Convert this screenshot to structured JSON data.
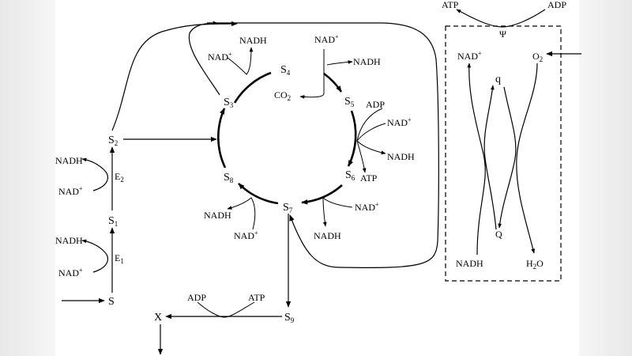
{
  "metabolites": {
    "S": "S",
    "S1": "S",
    "S1_sub": "1",
    "S2": "S",
    "S2_sub": "2",
    "S3": "S",
    "S3_sub": "3",
    "S4": "S",
    "S4_sub": "4",
    "S5": "S",
    "S5_sub": "5",
    "S6": "S",
    "S6_sub": "6",
    "S7": "S",
    "S7_sub": "7",
    "S8": "S",
    "S8_sub": "8",
    "S9": "S",
    "S9_sub": "9",
    "X": "X"
  },
  "enzymes": {
    "E1": "E",
    "E1_sub": "1",
    "E2": "E",
    "E2_sub": "2"
  },
  "cofactors": {
    "nadh": "NADH",
    "nad": "NAD",
    "plus": "+",
    "atp": "ATP",
    "adp": "ADP",
    "co2": "CO",
    "co2_sub": "2"
  },
  "respiration": {
    "psi": "Ψ",
    "nad": "NAD",
    "nad_sup": "+",
    "o2": "O",
    "o2_sub": "2",
    "q_small": "q",
    "q_big": "Q",
    "nadh": "NADH",
    "h2o_h": "H",
    "h2o_sub": "2",
    "h2o_o": "O"
  }
}
